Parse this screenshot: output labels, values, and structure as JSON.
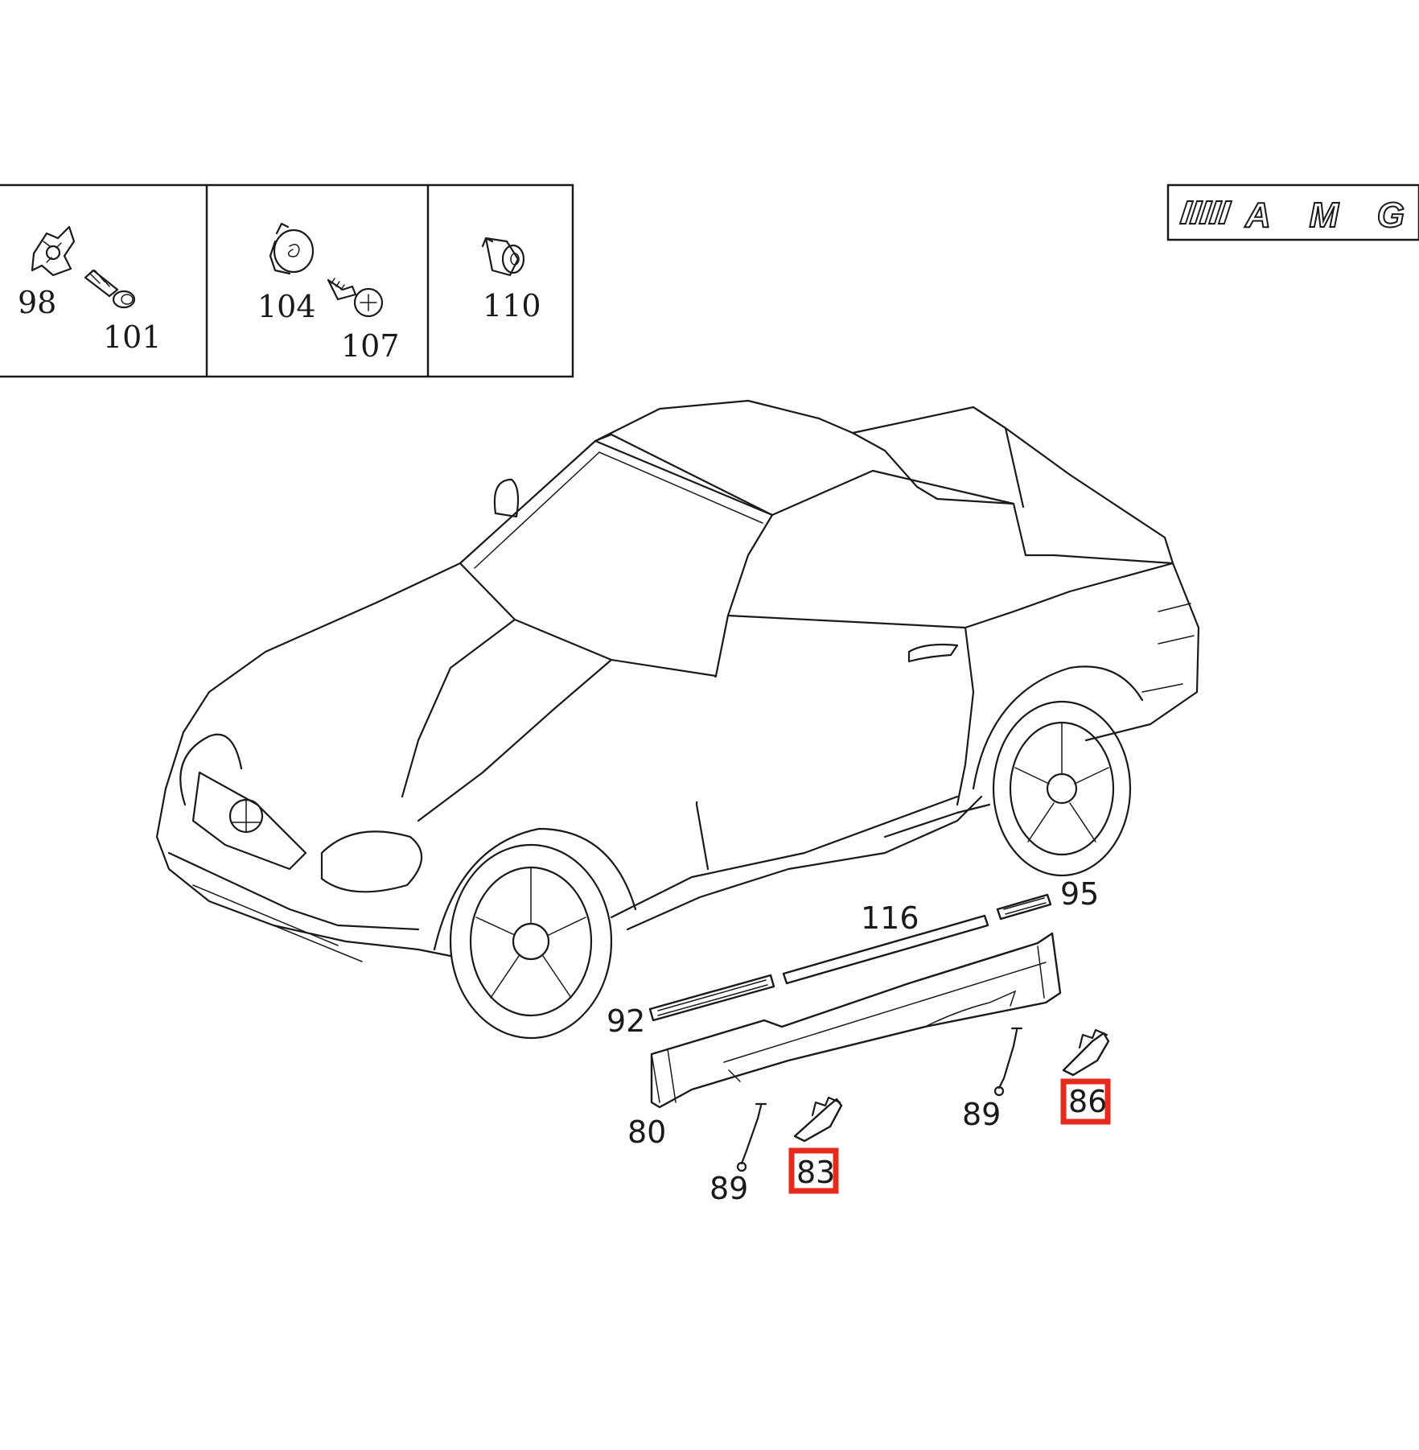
{
  "logo": {
    "text": "AMG"
  },
  "inset_panels": [
    {
      "labels": [
        "98",
        "101"
      ]
    },
    {
      "labels": [
        "104",
        "107"
      ]
    },
    {
      "labels": [
        "110"
      ]
    }
  ],
  "callouts": {
    "c116": "116",
    "c95": "95",
    "c92": "92",
    "c80": "80",
    "c89a": "89",
    "c89b": "89",
    "c83": "83",
    "c86": "86"
  },
  "highlighted": [
    "83",
    "86"
  ],
  "colors": {
    "highlight": "#e62b1e",
    "line": "#1a1a1a",
    "background": "#ffffff"
  }
}
